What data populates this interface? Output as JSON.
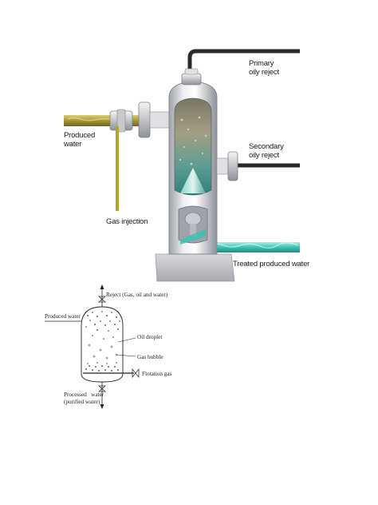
{
  "top_diagram": {
    "labels": {
      "primary_reject": [
        "Primary",
        "oily reject"
      ],
      "produced_water": [
        "Produced",
        "water"
      ],
      "secondary_reject": [
        "Secondary",
        "oily reject"
      ],
      "gas_injection": "Gas injection",
      "treated_water": "Treated produced water"
    },
    "colors": {
      "pipe_inlet": "#b5a63c",
      "pipe_outlet": "#3ec2b0",
      "pipe_reject": "#2a2a2a",
      "vessel": "#d5d6d9",
      "water": "#5fb8a8"
    }
  },
  "bottom_diagram": {
    "labels": {
      "reject": "Reject (Gas, oil and water)",
      "produced_water": "Produced water",
      "oil_droplet": "Oil droplet",
      "gas_bubble": "Gas bubble",
      "flotation_gas": "Flotation gas",
      "processed_water": [
        "Processed   water",
        "(purified water)"
      ]
    }
  }
}
